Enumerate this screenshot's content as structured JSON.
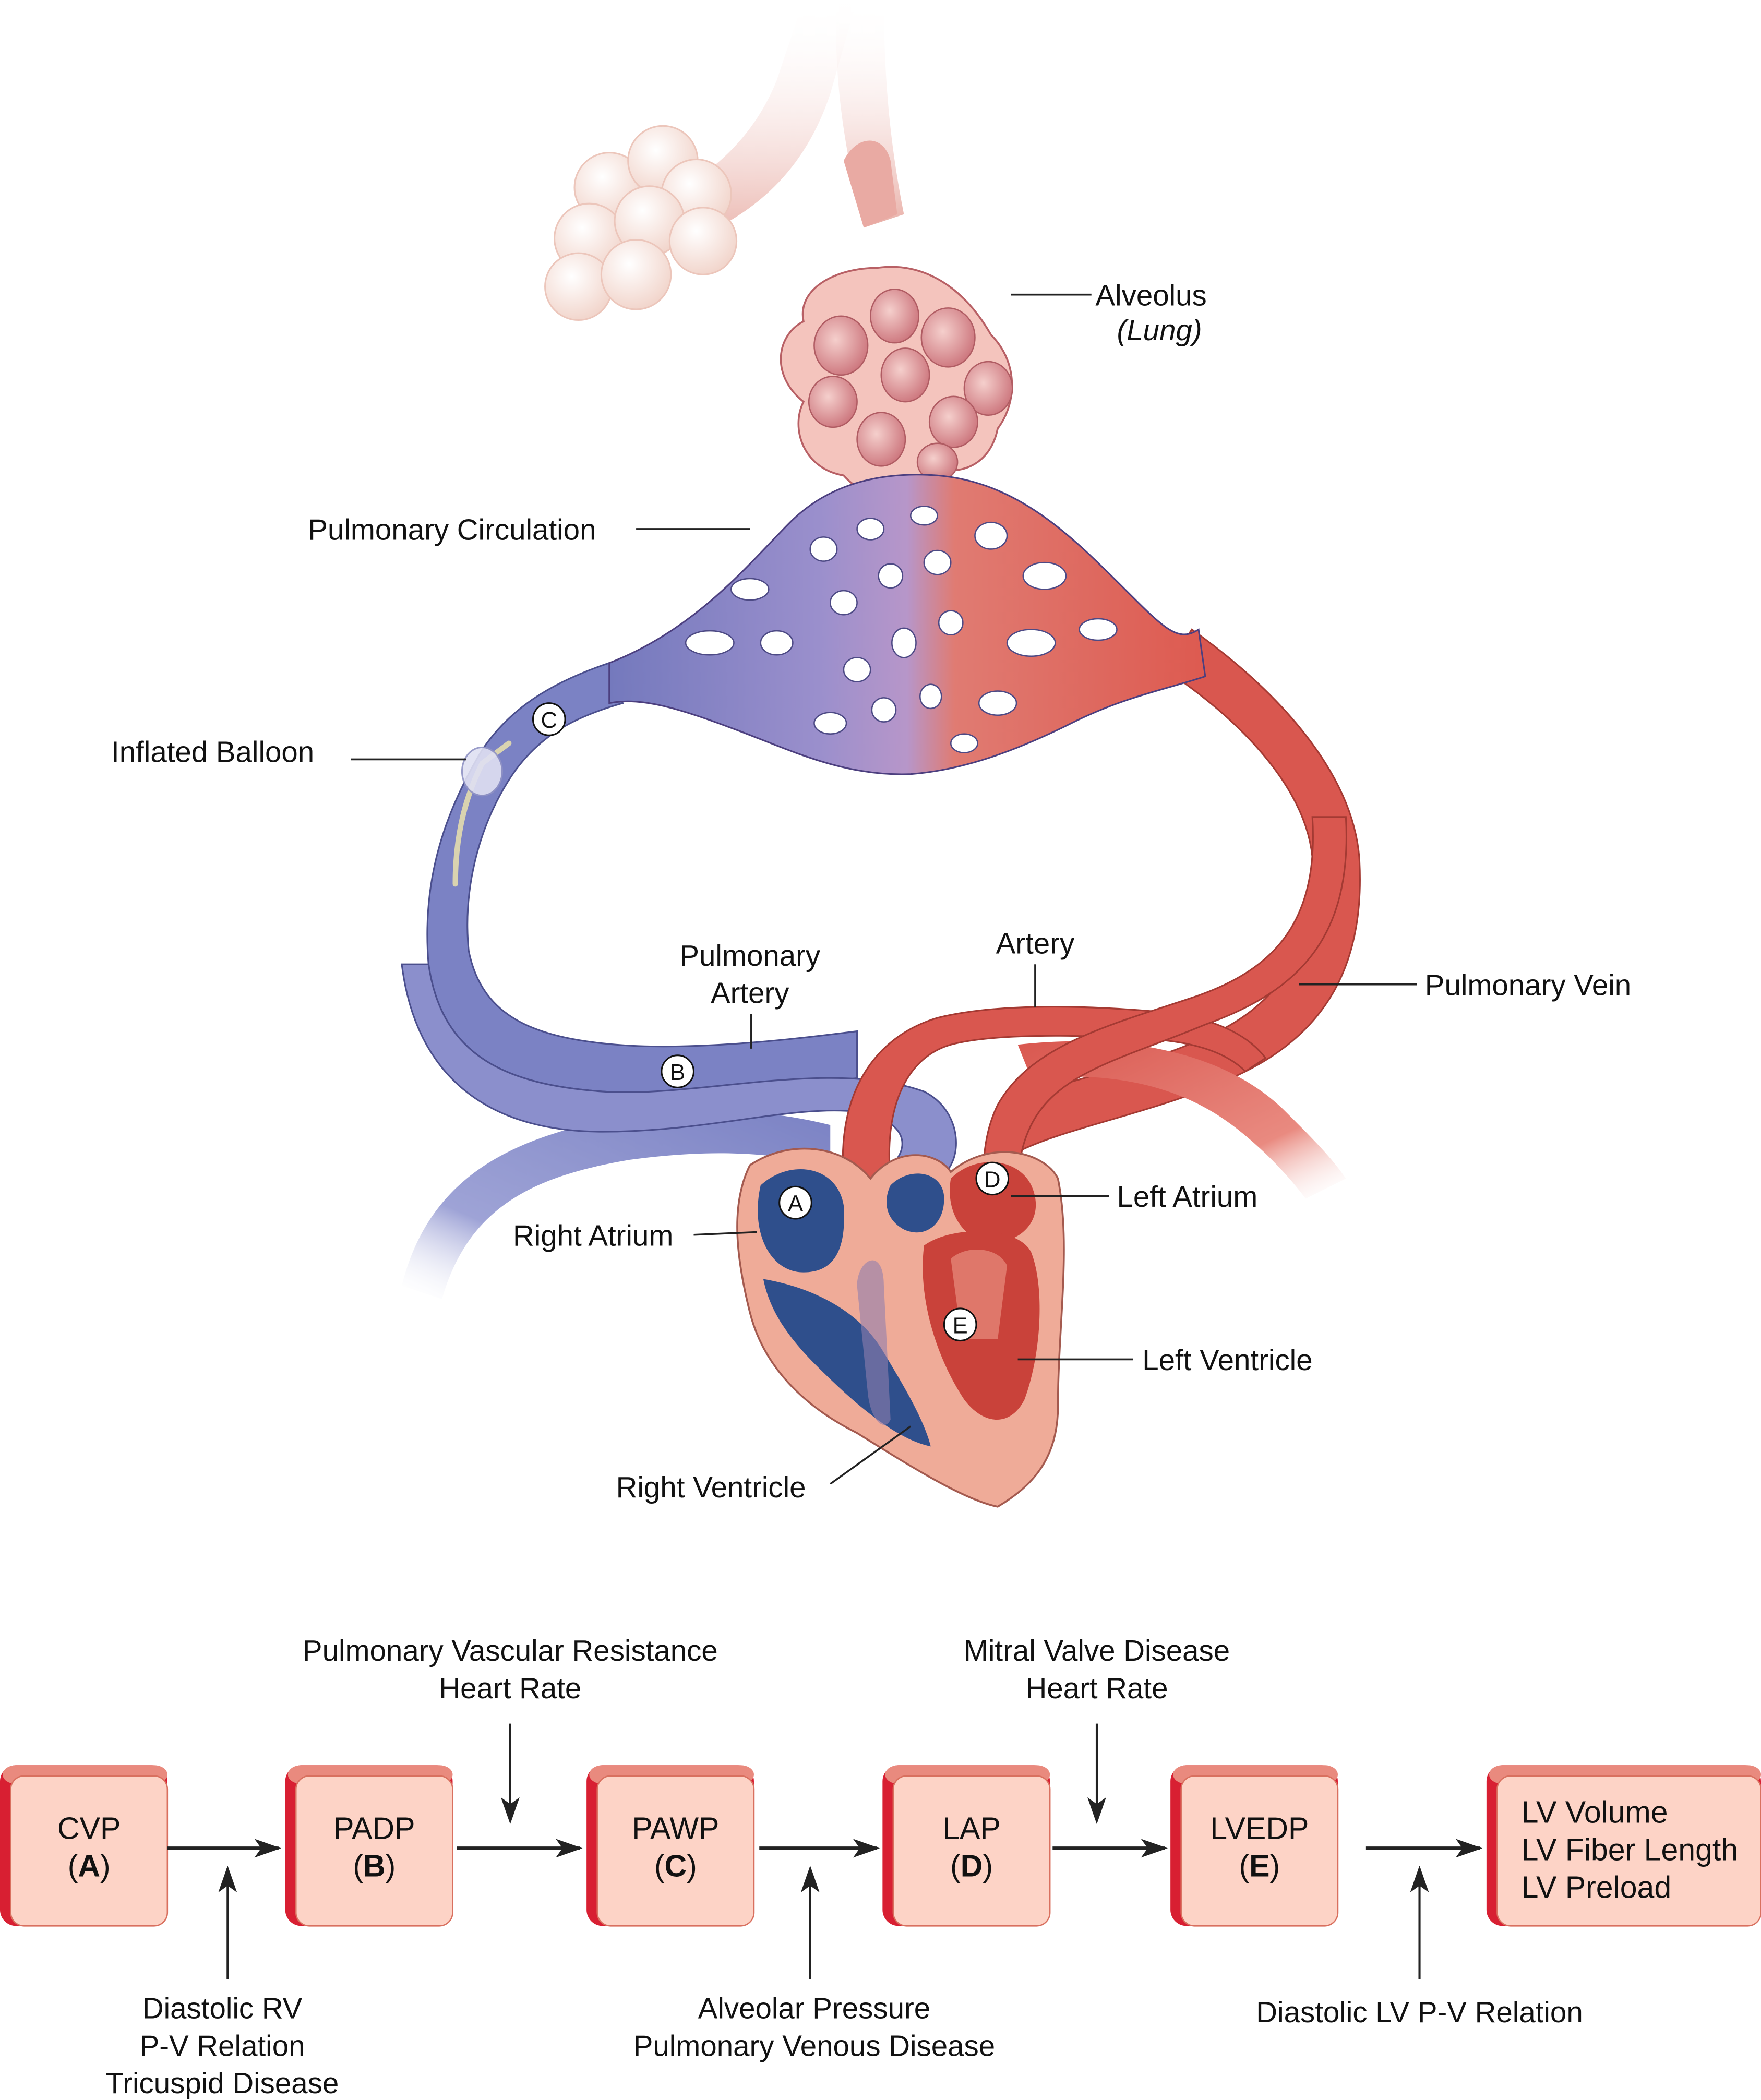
{
  "title": "Pulmonary artery catheter pressure measurements and preload pathway",
  "colors": {
    "venous_blue": "#7b82c4",
    "arterial_red": "#d9574f",
    "heart_chamber_blue": "#2f4f8c",
    "heart_chamber_red": "#c9423a",
    "myocardium": "#efab98",
    "alveolus_pink": "#e7a3a3",
    "box_fill": "#fdd3c6",
    "box_edge": "#d81f32"
  },
  "anatomy_labels": {
    "alveolus": "Alveolus",
    "lung": "(Lung)",
    "pulmonary_circulation": "Pulmonary Circulation",
    "inflated_balloon": "Inflated Balloon",
    "pulmonary_artery_line1": "Pulmonary",
    "pulmonary_artery_line2": "Artery",
    "artery": "Artery",
    "pulmonary_vein": "Pulmonary Vein",
    "left_atrium": "Left Atrium",
    "right_atrium": "Right Atrium",
    "left_ventricle": "Left Ventricle",
    "right_ventricle": "Right Ventricle"
  },
  "markers": {
    "a": "A",
    "b": "B",
    "c": "C",
    "d": "D",
    "e": "E"
  },
  "flow": {
    "boxes": [
      {
        "label": "CVP",
        "letter": "A"
      },
      {
        "label": "PADP",
        "letter": "B"
      },
      {
        "label": "PAWP",
        "letter": "C"
      },
      {
        "label": "LAP",
        "letter": "D"
      },
      {
        "label": "LVEDP",
        "letter": "E"
      }
    ],
    "final_box": [
      "LV Volume",
      "LV Fiber Length",
      "LV Preload"
    ],
    "open_paren": "(",
    "close_paren": ")",
    "top_influences": [
      {
        "lines": [
          "Pulmonary Vascular Resistance",
          "Heart Rate"
        ]
      },
      {
        "lines": [
          "Mitral Valve Disease",
          "Heart Rate"
        ]
      }
    ],
    "bottom_influences": [
      {
        "lines": [
          "Diastolic RV",
          "P-V Relation",
          "Tricuspid Disease"
        ]
      },
      {
        "lines": [
          "Alveolar Pressure",
          "Pulmonary Venous Disease"
        ]
      },
      {
        "lines": [
          "Diastolic LV P-V Relation"
        ]
      }
    ]
  }
}
